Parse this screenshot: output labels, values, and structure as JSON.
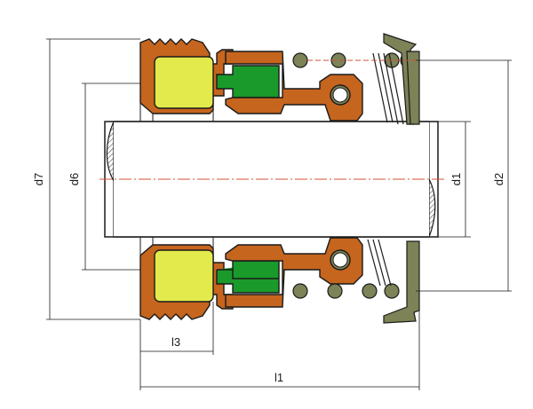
{
  "dimension_labels": {
    "d7": "d7",
    "d6": "d6",
    "d1": "d1",
    "d2": "d2",
    "l3": "l3",
    "l1": "l1"
  },
  "colors": {
    "rubber_bellows": "#c5651e",
    "seat_insert": "#e3ea4c",
    "seal_face": "#1a9a2a",
    "spring": "#7d8257",
    "shaft_fill": "#ffffff",
    "centerline": "#d0503a",
    "outline": "#1a1a1a",
    "hatch_fill": "#e8e8e8"
  }
}
